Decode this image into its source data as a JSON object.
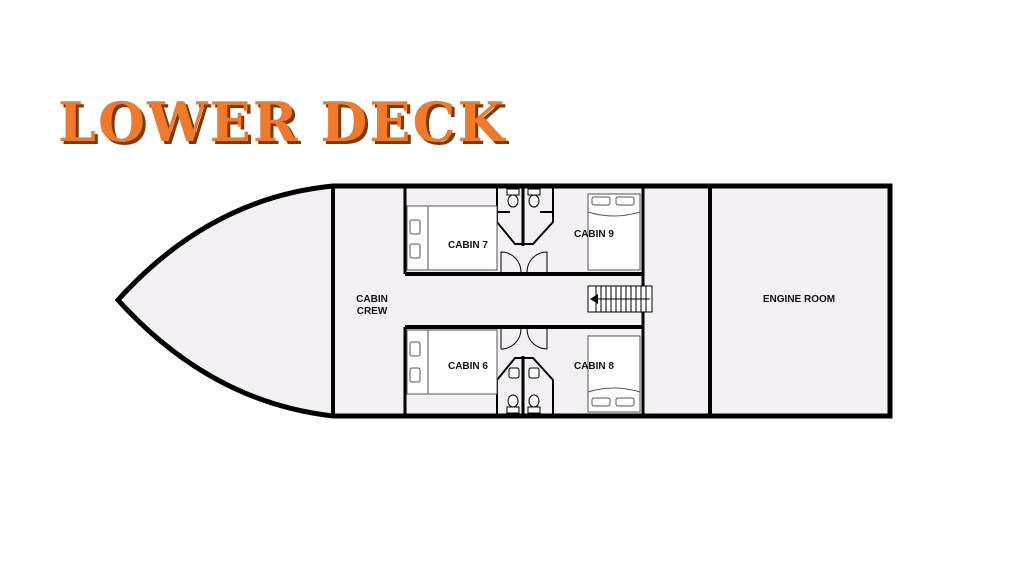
{
  "title": "LOWER DECK",
  "rooms": {
    "cabin_crew_line1": "CABIN",
    "cabin_crew_line2": "CREW",
    "cabin_7": "CABIN 7",
    "cabin_9": "CABIN 9",
    "cabin_6": "CABIN 6",
    "cabin_8": "CABIN 8",
    "engine_room": "ENGINE ROOM"
  },
  "colors": {
    "title": "#f07a2a",
    "title_shadow": "#7a3a12",
    "hull_fill": "#f4f1f4",
    "wall": "#000000"
  }
}
